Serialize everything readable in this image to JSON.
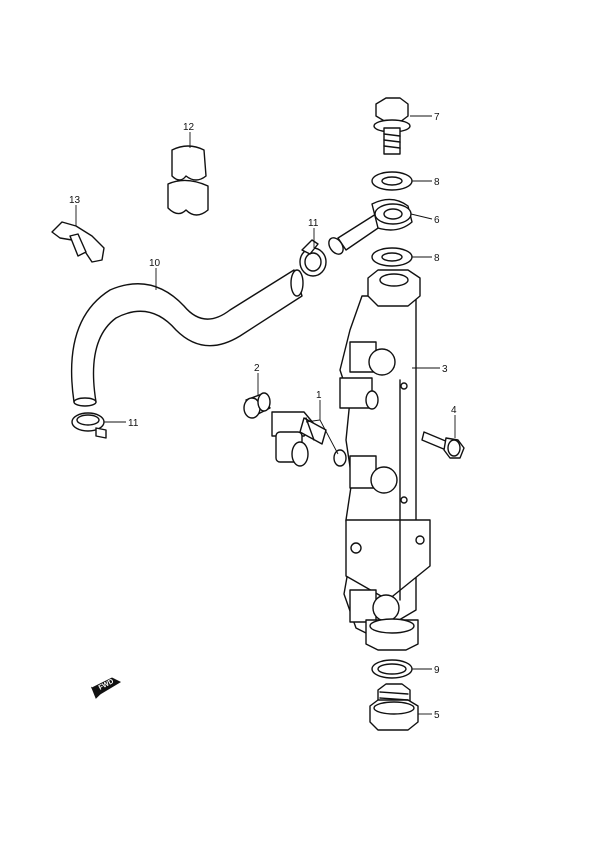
{
  "callouts": [
    {
      "id": "1",
      "label": "1"
    },
    {
      "id": "2",
      "label": "2"
    },
    {
      "id": "3",
      "label": "3"
    },
    {
      "id": "4",
      "label": "4"
    },
    {
      "id": "5",
      "label": "5"
    },
    {
      "id": "6",
      "label": "6"
    },
    {
      "id": "7",
      "label": "7"
    },
    {
      "id": "8a",
      "label": "8"
    },
    {
      "id": "8b",
      "label": "8"
    },
    {
      "id": "9",
      "label": "9"
    },
    {
      "id": "10",
      "label": "10"
    },
    {
      "id": "11a",
      "label": "11"
    },
    {
      "id": "11b",
      "label": "11"
    },
    {
      "id": "12",
      "label": "12"
    },
    {
      "id": "13",
      "label": "13"
    }
  ],
  "fwd_arrow": {
    "label": "FWD"
  },
  "colors": {
    "line": "#111111",
    "background": "#ffffff"
  }
}
